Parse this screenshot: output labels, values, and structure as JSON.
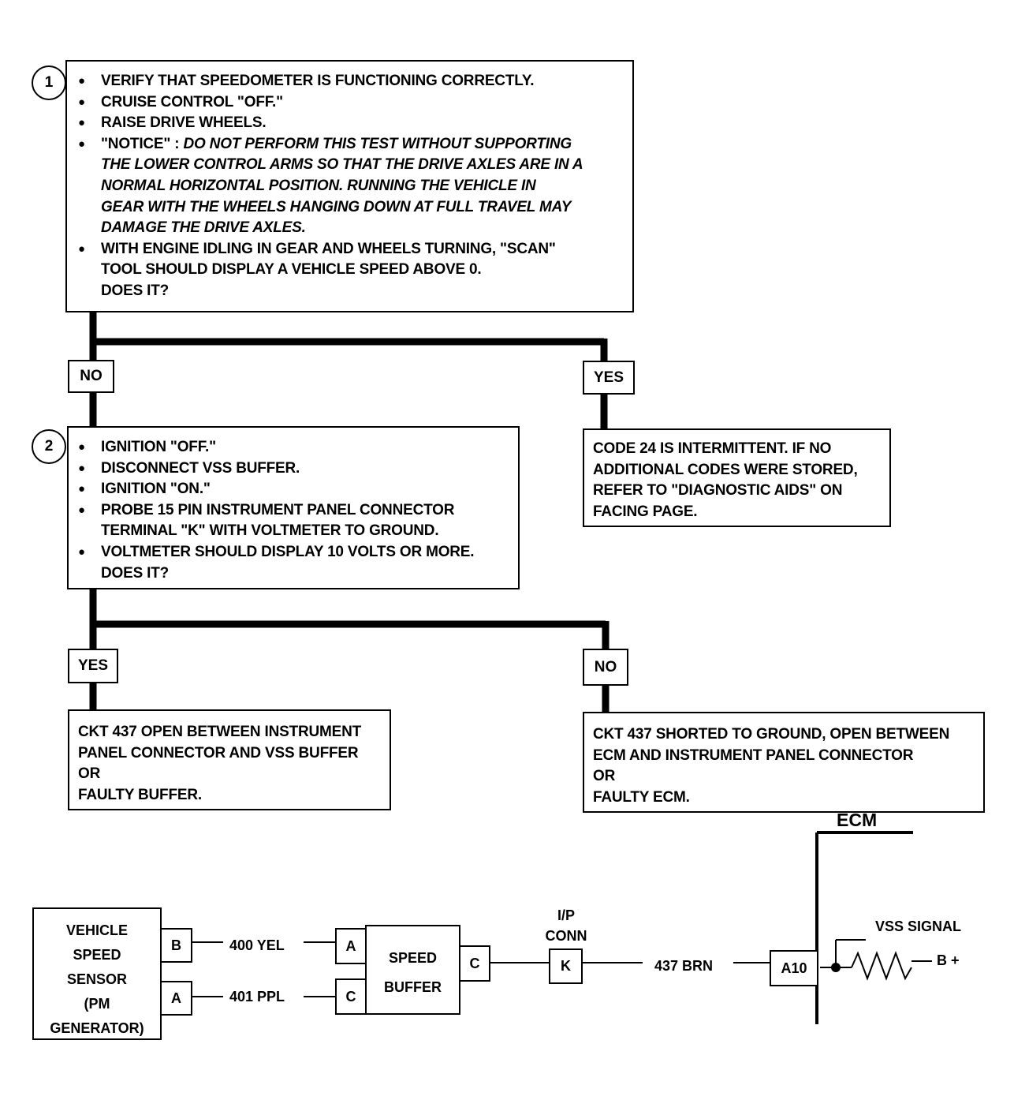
{
  "step1": {
    "number": "1",
    "items": [
      "VERIFY THAT SPEEDOMETER IS FUNCTIONING CORRECTLY.",
      "CRUISE CONTROL \"OFF.\"",
      "RAISE DRIVE WHEELS."
    ],
    "notice_label": "\"NOTICE\" :",
    "notice_first": "DO NOT PERFORM THIS TEST WITHOUT SUPPORTING",
    "notice_lines": [
      "THE LOWER CONTROL ARMS SO THAT THE DRIVE AXLES ARE IN A",
      "NORMAL HORIZONTAL POSITION.   RUNNING THE VEHICLE IN",
      "GEAR WITH THE WHEELS HANGING DOWN AT FULL TRAVEL MAY",
      "DAMAGE THE DRIVE AXLES."
    ],
    "last_item_lines": [
      "WITH ENGINE IDLING IN GEAR AND WHEELS TURNING, \"SCAN\"",
      "TOOL SHOULD DISPLAY A VEHICLE SPEED ABOVE  0."
    ],
    "question": "DOES IT?"
  },
  "branch1": {
    "no": "NO",
    "yes": "YES"
  },
  "yes_result1": [
    "CODE 24 IS INTERMITTENT.  IF NO",
    "ADDITIONAL CODES WERE STORED,",
    "REFER TO \"DIAGNOSTIC AIDS\" ON",
    "FACING PAGE."
  ],
  "step2": {
    "number": "2",
    "items": [
      "IGNITION \"OFF.\"",
      "DISCONNECT VSS BUFFER.",
      "IGNITION \"ON.\""
    ],
    "probe_lines": [
      "PROBE 15 PIN INSTRUMENT PANEL CONNECTOR",
      "TERMINAL \"K\" WITH VOLTMETER TO GROUND."
    ],
    "voltmeter": "VOLTMETER SHOULD DISPLAY 10 VOLTS OR MORE.",
    "question": "DOES IT?"
  },
  "branch2": {
    "yes": "YES",
    "no": "NO"
  },
  "result_yes2": [
    "CKT 437 OPEN BETWEEN INSTRUMENT",
    "PANEL CONNECTOR AND VSS BUFFER",
    "OR",
    "FAULTY BUFFER."
  ],
  "result_no2": [
    "CKT 437 SHORTED TO GROUND, OPEN BETWEEN",
    "ECM AND INSTRUMENT PANEL CONNECTOR",
    "OR",
    "FAULTY ECM."
  ],
  "schematic": {
    "sensor_lines": [
      "VEHICLE",
      "SPEED",
      "SENSOR",
      "(PM",
      "GENERATOR)"
    ],
    "sensor_pin_b": "B",
    "sensor_pin_a": "A",
    "wire_400": "400 YEL",
    "wire_401": "401 PPL",
    "buffer_pin_a": "A",
    "buffer_pin_c_in": "C",
    "buffer_lines": [
      "SPEED",
      "BUFFER"
    ],
    "buffer_pin_c_out": "C",
    "ip_conn_lines": [
      "I/P",
      "CONN"
    ],
    "ip_pin": "K",
    "wire_437": "437 BRN",
    "ecm_pin": "A10",
    "ecm_label": "ECM",
    "vss_signal": "VSS SIGNAL",
    "b_plus": "B +"
  }
}
